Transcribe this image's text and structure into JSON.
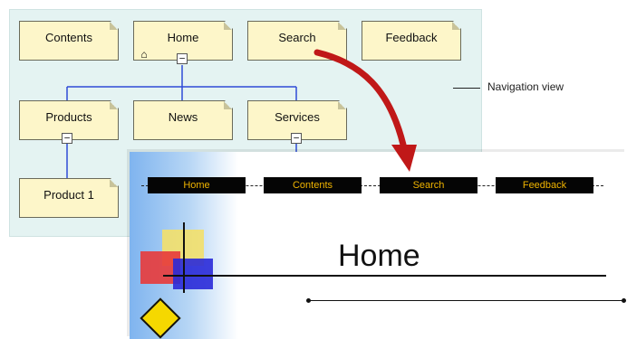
{
  "navigation_view": {
    "callout_label": "Navigation view",
    "top_row": [
      "Contents",
      "Home",
      "Search",
      "Feedback"
    ],
    "second_row": [
      "Products",
      "News",
      "Services"
    ],
    "third_row": [
      "Product 1"
    ]
  },
  "preview": {
    "nav_buttons": [
      "Home",
      "Contents",
      "Search",
      "Feedback"
    ],
    "page_heading": "Home"
  },
  "colors": {
    "panel_bg": "#e4f3f2",
    "card_bg": "#fdf6c9",
    "connector": "#2e4bd6",
    "arrow": "#c01818",
    "nav_button_bg": "#050505",
    "nav_button_text": "#f0b400"
  },
  "icons": {
    "home_marker": "house-icon",
    "expanders": "collapse-minus-icon",
    "construction_sign": "under-construction-icon"
  }
}
